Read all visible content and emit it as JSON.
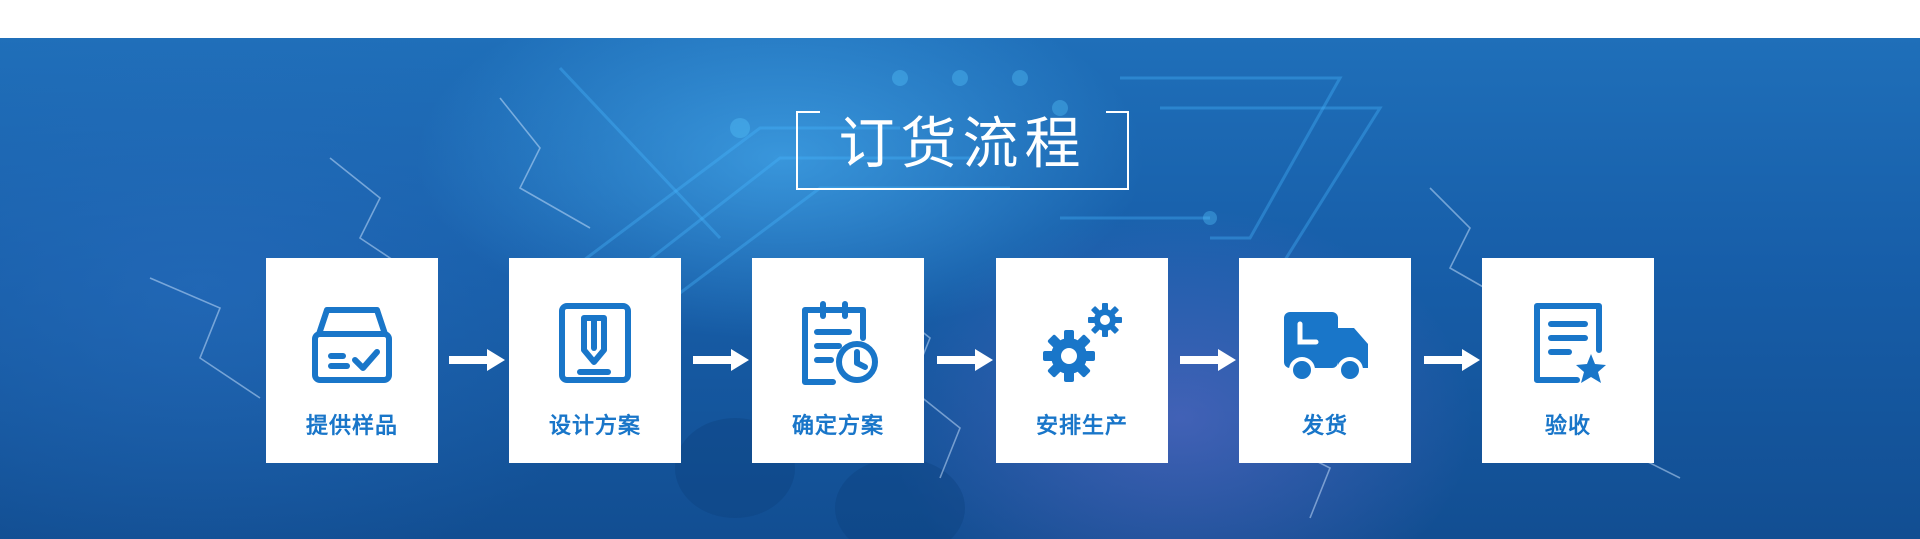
{
  "section": {
    "title": "订货流程"
  },
  "steps": [
    {
      "label": "提供样品",
      "icon": "box-check-icon"
    },
    {
      "label": "设计方案",
      "icon": "design-doc-icon"
    },
    {
      "label": "确定方案",
      "icon": "clipboard-clock-icon"
    },
    {
      "label": "安排生产",
      "icon": "gears-icon"
    },
    {
      "label": "发货",
      "icon": "delivery-truck-icon"
    },
    {
      "label": "验收",
      "icon": "document-star-icon"
    }
  ],
  "colors": {
    "accent": "#1976c9",
    "banner_blue": "#175ea9",
    "card": "#ffffff",
    "arrow": "#ffffff"
  }
}
